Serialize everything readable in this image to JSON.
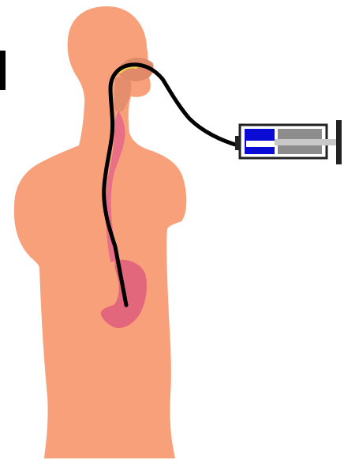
{
  "colors": {
    "background": "#ffffff",
    "skin": "#f7a07a",
    "skin_shade": "#e89372",
    "nasal_cavity": "#e08a6a",
    "esophagus": "#e96f86",
    "stomach": "#e3677c",
    "tube": "#000000",
    "tube_tip_highlight": "#f2d34a",
    "syringe_body": "#8c8c8c",
    "syringe_fluid": "#0b0bd6",
    "syringe_frame": "#222222",
    "syringe_plunger": "#c8c8c8"
  },
  "diagram": {
    "subject": "human-torso-silhouette",
    "elements": [
      "nasogastric-tube",
      "esophagus",
      "stomach",
      "syringe"
    ]
  }
}
